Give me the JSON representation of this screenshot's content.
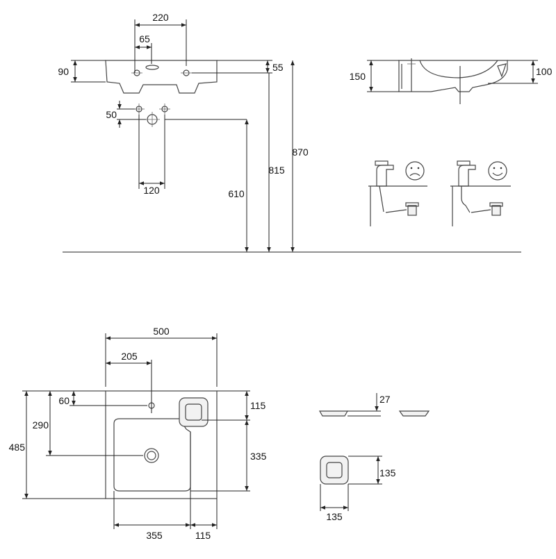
{
  "colors": {
    "ink": "#222222",
    "fill": "#f2f2f2",
    "background": "#ffffff"
  },
  "icons": {
    "sad": "sad-face-icon",
    "happy": "happy-face-icon"
  },
  "side_view": {
    "d220": "220",
    "d65": "65",
    "d90": "90",
    "d55": "55",
    "d50": "50",
    "d120": "120",
    "d610": "610",
    "d815": "815",
    "d870": "870"
  },
  "profile_view": {
    "d150": "150",
    "d100": "100"
  },
  "top_view": {
    "d500": "500",
    "d205": "205",
    "d60": "60",
    "d290": "290",
    "d485": "485",
    "d115a": "115",
    "d335": "335",
    "d355": "355",
    "d115b": "115"
  },
  "accessory": {
    "d27": "27",
    "d135h": "135",
    "d135w": "135"
  }
}
